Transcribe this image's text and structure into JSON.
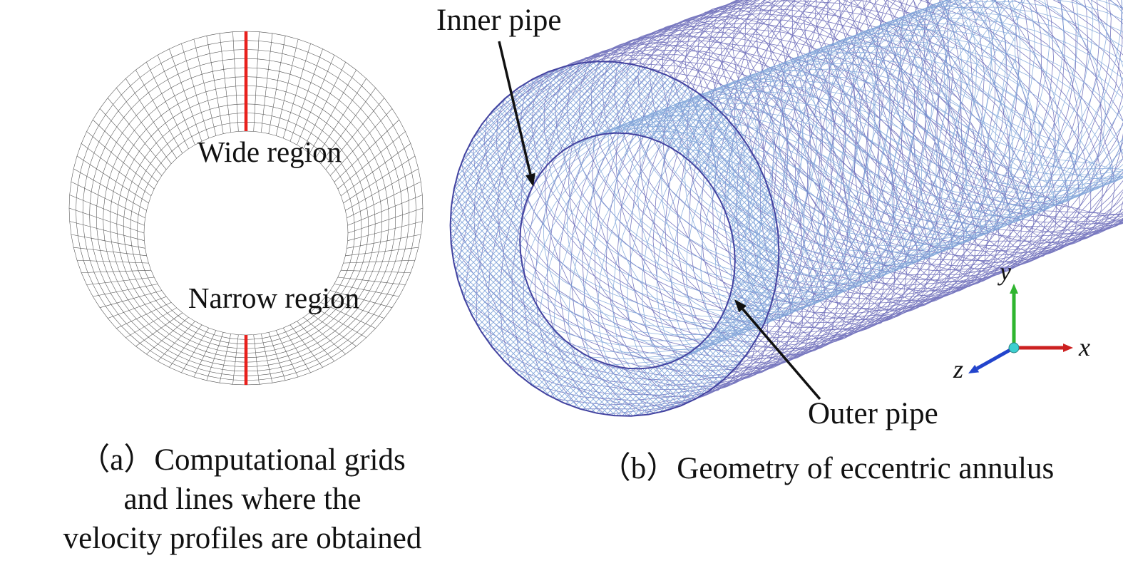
{
  "figure_a": {
    "label_wide": "Wide region",
    "label_narrow": "Narrow region",
    "caption_lines": [
      "（a）Computational grids",
      "and lines where the",
      "velocity profiles are obtained"
    ],
    "mesh_color": "#3a3a3a",
    "highlight_color": "#e8211d"
  },
  "figure_b": {
    "label_inner": "Inner pipe",
    "label_outer": "Outer pipe",
    "caption": "（b）Geometry of eccentric annulus",
    "mesh_color": "#5858b0",
    "inner_mesh_color": "#7ba2d8",
    "face_mesh_color": "#84a8dc",
    "outline_color": "#4343a0",
    "annotation_arrow_color": "#111111",
    "axes": {
      "x_label": "x",
      "y_label": "y",
      "z_label": "z",
      "x_color": "#cc2020",
      "y_color": "#2fb52f",
      "z_color": "#2244cc",
      "origin_color": "#3ccfcf"
    }
  }
}
